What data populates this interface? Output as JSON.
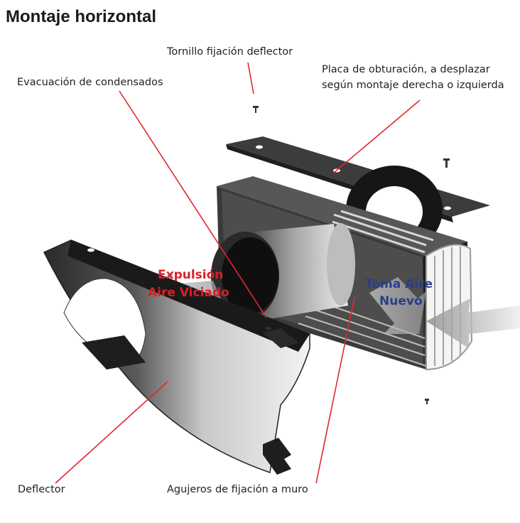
{
  "title": "Montaje horizontal",
  "labels": {
    "screw_deflector": "Tornillo fijación deflector",
    "condensate": "Evacuación de condensados",
    "plate_line1": "Placa de obturación, a desplazar",
    "plate_line2": "según montaje derecha o izquierda",
    "deflector": "Deflector",
    "wall_holes": "Agujeros de fijación a muro",
    "exhaust_line1": "Expulsión",
    "exhaust_line2": "Aire Viciado",
    "intake_line1": "Toma Aire",
    "intake_line2": "Nuevo"
  },
  "colors": {
    "callout_line": "#e0282e",
    "exhaust_text": "#d8202a",
    "intake_text": "#2a3f8a"
  }
}
